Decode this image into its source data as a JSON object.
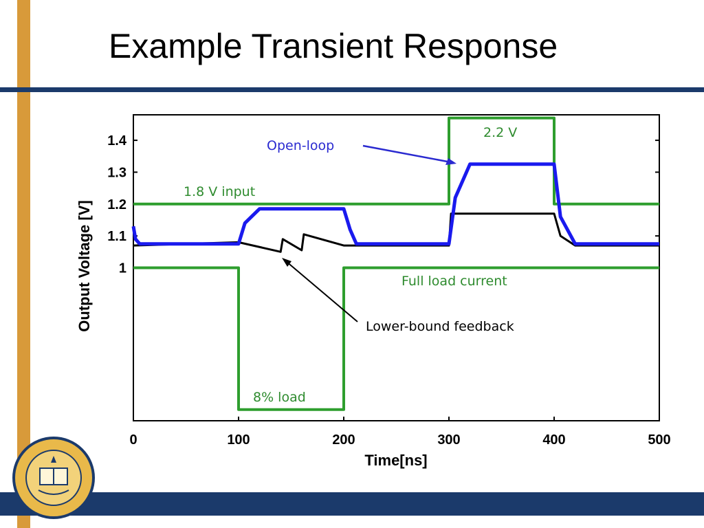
{
  "slide": {
    "title": "Example Transient Response"
  },
  "chart_data": {
    "type": "line",
    "xlabel": "Time[ns]",
    "ylabel": "Output Voltage [V]",
    "xlim": [
      0,
      500
    ],
    "ylim": [
      0.52,
      1.48
    ],
    "xticks": [
      0,
      100,
      200,
      300,
      400,
      500
    ],
    "yticks": [
      1,
      1.1,
      1.2,
      1.3,
      1.4
    ],
    "ytick_labels": [
      "1",
      "1.1",
      "1.2",
      "1.3",
      "1.4"
    ],
    "grid": false,
    "colors": {
      "input": "#2e9e2e",
      "load": "#2e9e2e",
      "open_loop": "#1a1aee",
      "feedback": "#000000"
    },
    "series": [
      {
        "key": "input",
        "x": [
          0,
          300,
          300,
          400,
          400,
          500
        ],
        "y": [
          1.2,
          1.2,
          1.47,
          1.47,
          1.2,
          1.2
        ]
      },
      {
        "key": "load",
        "x": [
          0,
          100,
          100,
          200,
          200,
          500
        ],
        "y": [
          1.0,
          1.0,
          0.555,
          0.555,
          1.0,
          1.0
        ]
      },
      {
        "key": "open_loop",
        "x": [
          0,
          2,
          6,
          100,
          106,
          120,
          200,
          206,
          212,
          300,
          306,
          320,
          400,
          406,
          420,
          500
        ],
        "y": [
          1.13,
          1.09,
          1.075,
          1.075,
          1.14,
          1.185,
          1.185,
          1.12,
          1.075,
          1.075,
          1.22,
          1.325,
          1.325,
          1.16,
          1.075,
          1.075
        ]
      },
      {
        "key": "feedback",
        "x": [
          0,
          100,
          140,
          142,
          160,
          162,
          200,
          300,
          302,
          400,
          406,
          420,
          500
        ],
        "y": [
          1.07,
          1.08,
          1.05,
          1.09,
          1.055,
          1.105,
          1.07,
          1.07,
          1.17,
          1.17,
          1.1,
          1.07,
          1.07
        ]
      }
    ],
    "annotations": {
      "input_label": "1.8 V input",
      "input_high_label": "2.2 V",
      "open_loop_label": "Open-loop",
      "feedback_label": "Lower-bound feedback",
      "full_load_label": "Full load current",
      "low_load_label": "8% load"
    }
  }
}
